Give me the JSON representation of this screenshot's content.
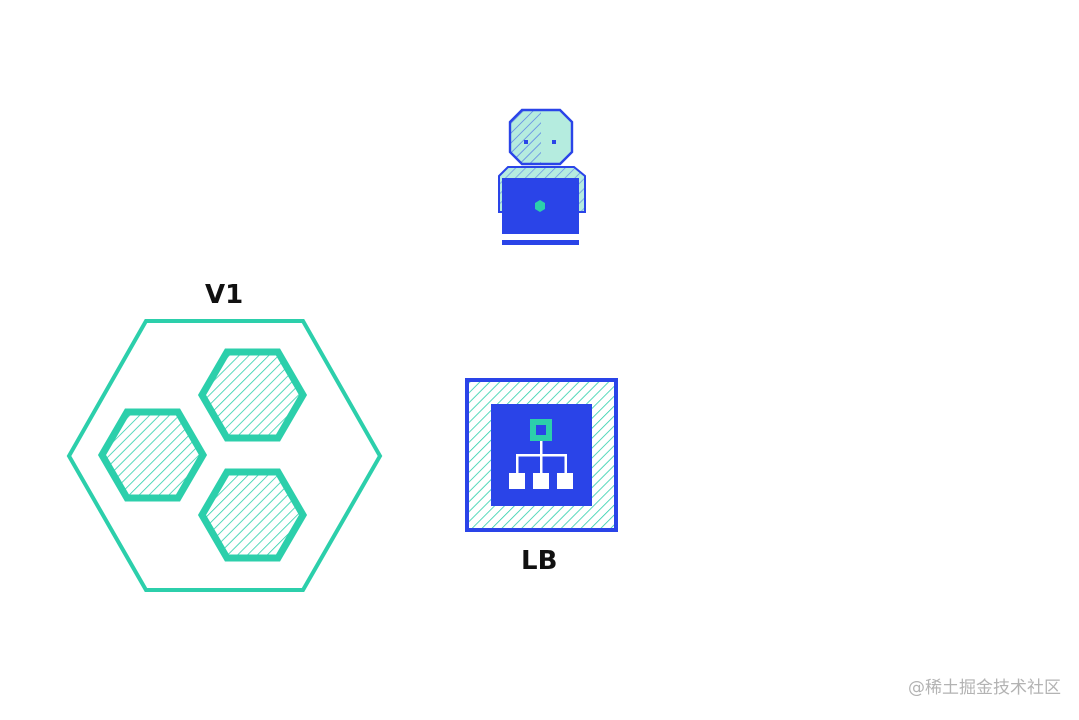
{
  "diagram": {
    "user_icon": "developer-with-laptop-icon",
    "v1_cluster": {
      "label": "V1",
      "icon": "hexagon-cluster-icon",
      "inner_hexagons": 3,
      "color": "#2ccfab"
    },
    "load_balancer": {
      "label": "LB",
      "icon": "network-tree-icon",
      "color": "#2a44e8"
    },
    "colors": {
      "blue": "#2a44e8",
      "teal": "#2ccfab",
      "light_fill": "#b5ecdf"
    }
  },
  "watermark": "@稀土掘金技术社区"
}
